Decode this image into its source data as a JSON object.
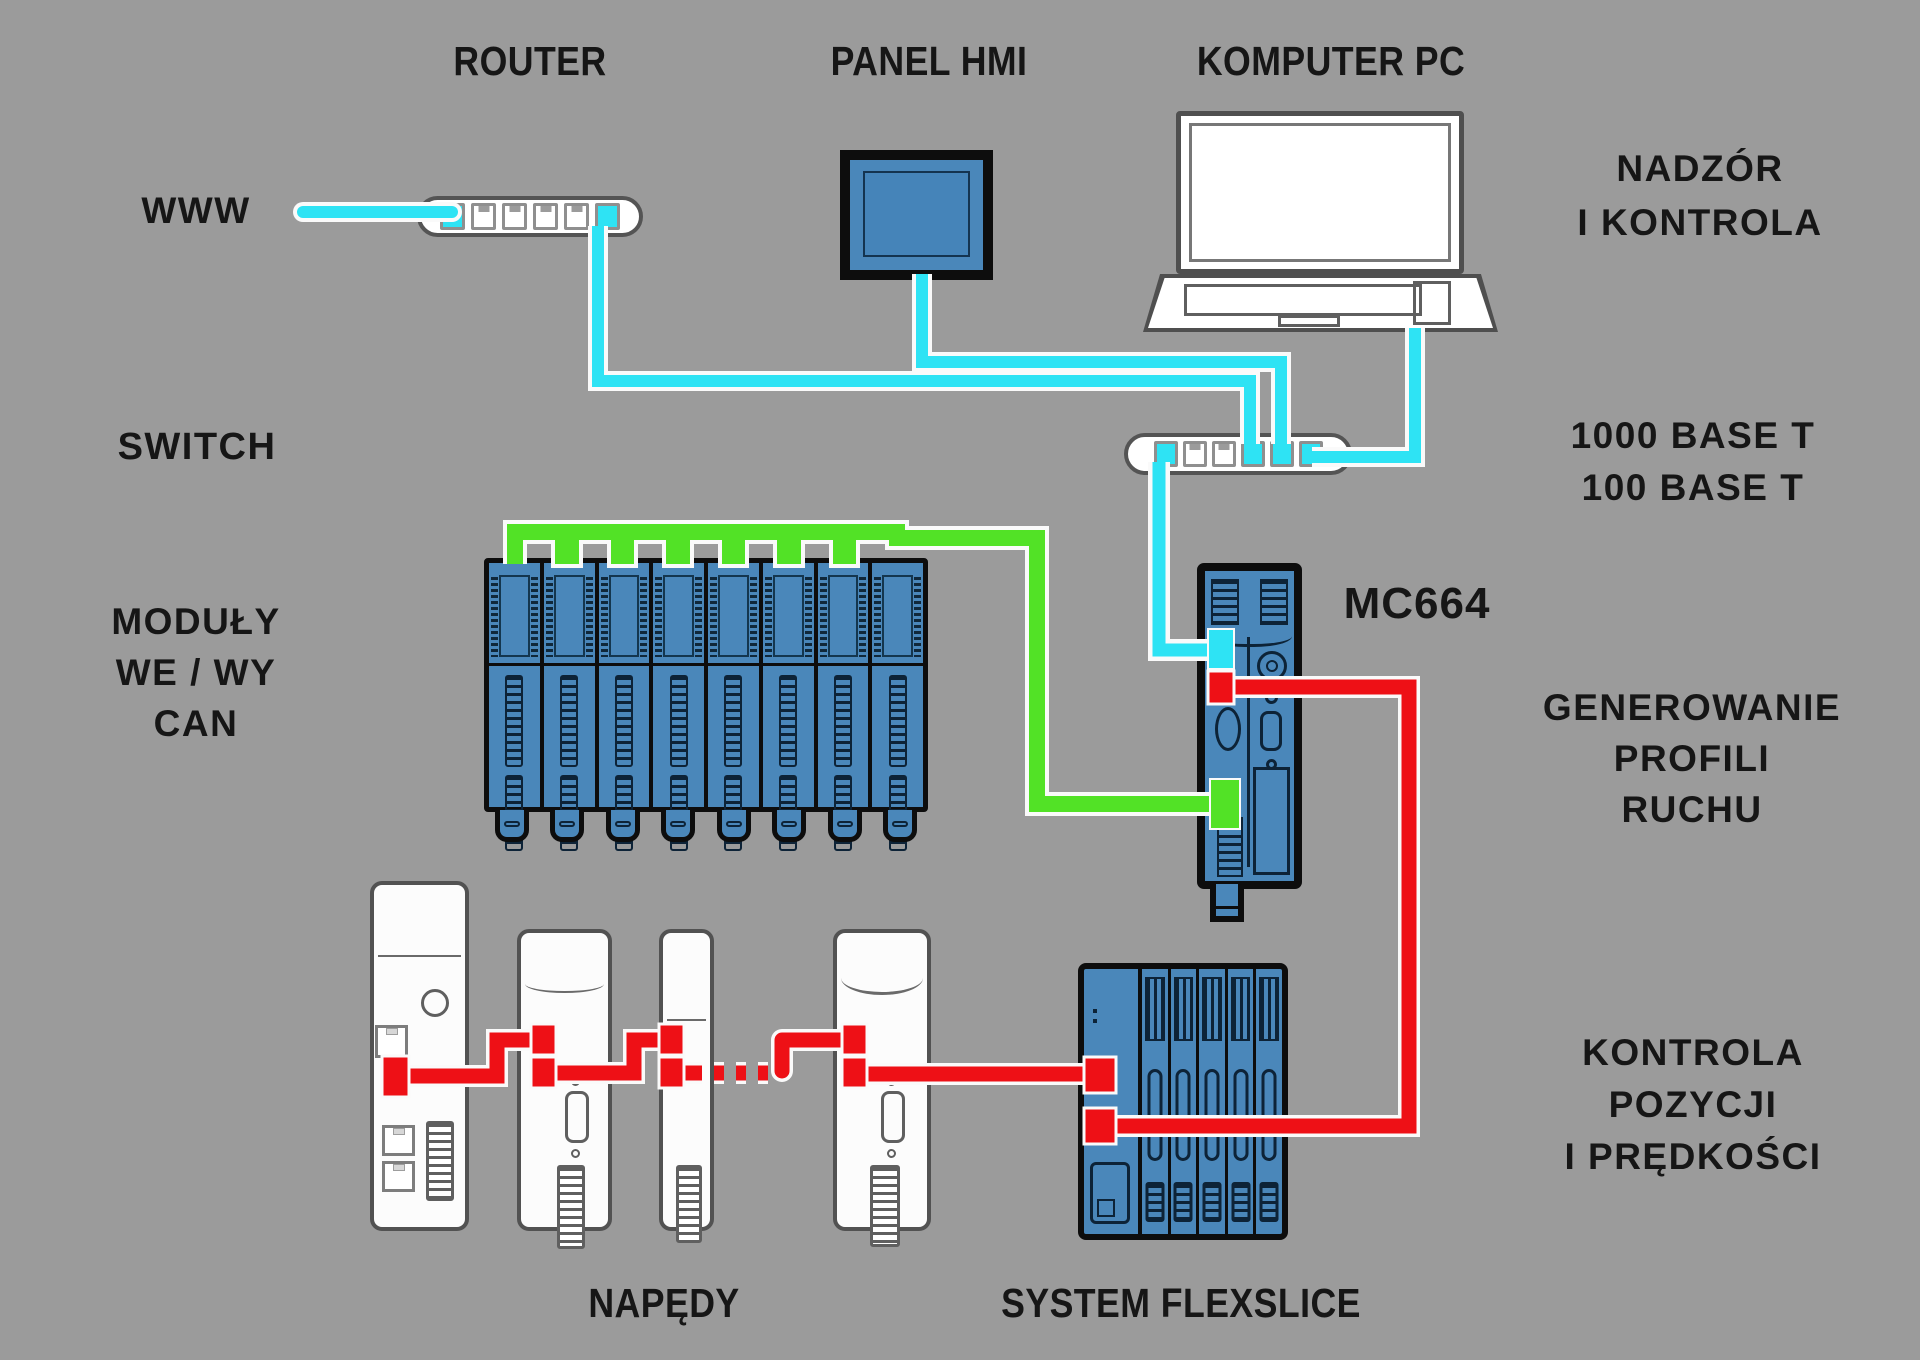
{
  "colors": {
    "background": "#9b9b9b",
    "ethernet_wire": "#2ee3f4",
    "ethercat_wire": "#ee1016",
    "can_wire": "#52e226",
    "device_blue": "#4a87ba",
    "outline_dark": "#0d0d0d",
    "text": "#161616"
  },
  "labels": {
    "router": "ROUTER",
    "panel_hmi": "PANEL HMI",
    "komputer_pc": "KOMPUTER PC",
    "www": "WWW",
    "switch": "SWITCH",
    "supervision": {
      "line1": "NADZÓR",
      "line2": "I KONTROLA"
    },
    "ethernet_standard": {
      "line1": "1000 BASE T",
      "line2": "100 BASE T"
    },
    "io_modules": {
      "line1": "MODUŁY",
      "line2": "WE / WY",
      "line3": "CAN"
    },
    "controller": "MC664",
    "motion_profiles": {
      "line1": "GENEROWANIE",
      "line2": "PROFILI",
      "line3": "RUCHU"
    },
    "position_control": {
      "line1": "KONTROLA",
      "line2": "POZYCJI",
      "line3": "I PRĘDKOŚCI"
    },
    "drives": "NAPĘDY",
    "flexslice": "SYSTEM FLEXSLICE"
  }
}
